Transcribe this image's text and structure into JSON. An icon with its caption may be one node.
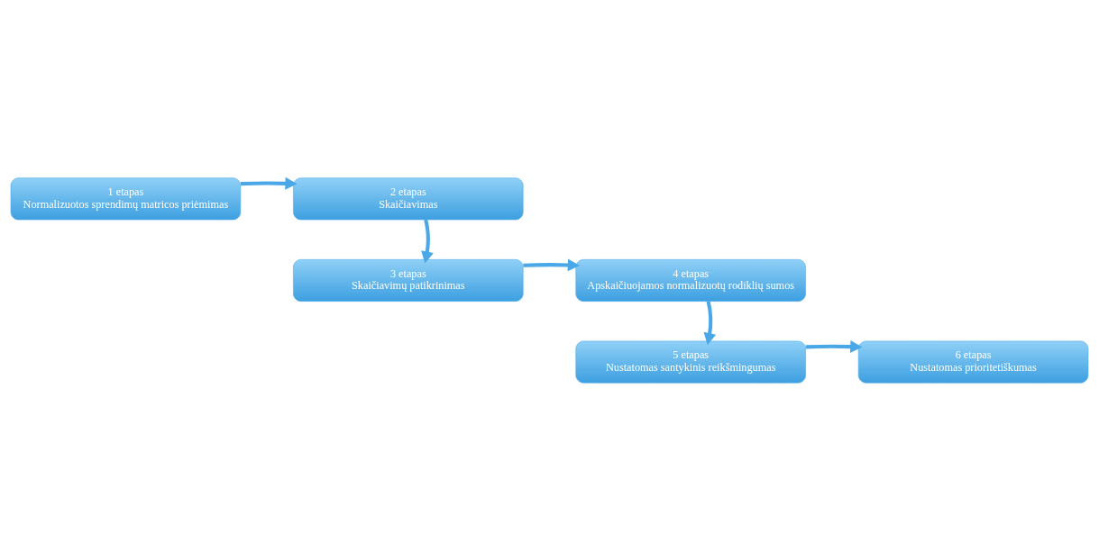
{
  "diagram": {
    "nodes": [
      {
        "text": [
          "1 etapas",
          "Normalizuotos sprendimų matricos priėmimas"
        ]
      },
      {
        "text": [
          "2 etapas",
          "Skaičiavimas"
        ]
      },
      {
        "text": [
          "3 etapas",
          "Skaičiavimų patikrinimas"
        ]
      },
      {
        "text": [
          "4 etapas",
          "Apskaičiuojamos normalizuotų rodiklių sumos"
        ]
      },
      {
        "text": [
          "5 etapas",
          "Nustatomas santykinis reikšmingumas"
        ]
      },
      {
        "text": [
          "6 etapas",
          "Nustatomas prioritetiškumas"
        ]
      }
    ],
    "edges": [
      {
        "from": 0,
        "to": 1,
        "arrow": "to"
      },
      {
        "from": 1,
        "to": 2,
        "arrow": "to"
      },
      {
        "from": 2,
        "to": 3,
        "arrow": "to"
      },
      {
        "from": 3,
        "to": 4,
        "arrow": "to"
      },
      {
        "from": 4,
        "to": 5,
        "arrow": "to"
      }
    ]
  }
}
